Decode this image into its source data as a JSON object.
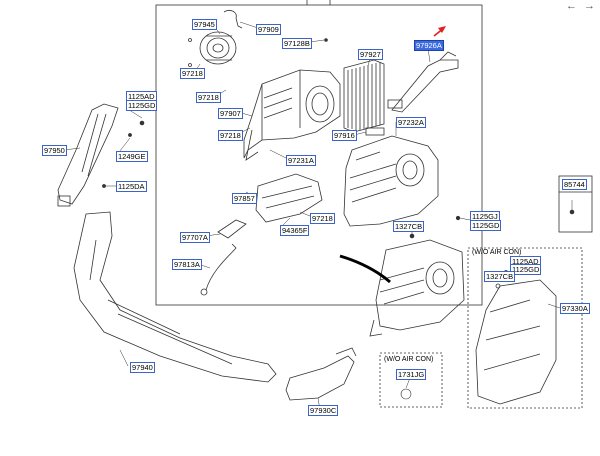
{
  "nav": {
    "back_glyph": "←",
    "forward_glyph": "→"
  },
  "colors": {
    "label_border": "#3a64c8",
    "highlight": "#3b6be0",
    "arrow": "#e02020",
    "line": "#333333"
  },
  "captions": {
    "woac_a": "(W/O AIR CON)",
    "woac_b": "(W/O AIR CON)"
  },
  "parts": {
    "p97945": "97945",
    "p97909": "97909",
    "p97128B": "97128B",
    "p97927": "97927",
    "p97926A": "97926A",
    "p97218a": "97218",
    "p97218b": "97218",
    "p97907": "97907",
    "p97218c": "97218",
    "p97916": "97916",
    "p97232A": "97232A",
    "p97231A": "97231A",
    "p1125AD_a": "1125AD",
    "p1125GD_a": "1125GD",
    "p97950": "97950",
    "p1249GE": "1249GE",
    "p1125DA": "1125DA",
    "p97857": "97857",
    "p97218d": "97218",
    "p97707A": "97707A",
    "p94365F": "94365F",
    "p97813A": "97813A",
    "p1327CB_a": "1327CB",
    "p1125GJ": "1125GJ",
    "p1125GD_b": "1125GD",
    "p85744": "85744",
    "p1125AD_b": "1125AD",
    "p1125GD_c": "1125GD",
    "p1327CB_b": "1327CB",
    "p97330A": "97330A",
    "p97940": "97940",
    "p1731JG": "1731JG",
    "p97930C": "97930C"
  }
}
